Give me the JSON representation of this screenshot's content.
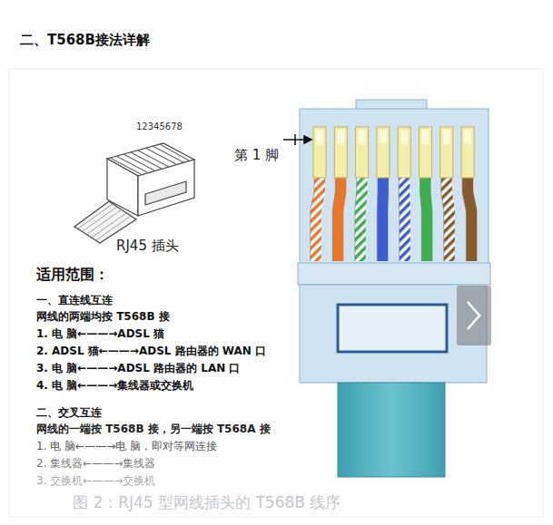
{
  "diagram": {
    "title": "二、T568B接法详解",
    "caption": "图 2：RJ45 型网线插头的 T568B 线序",
    "labels": [
      "12345678",
      "RJ45 插头",
      "第 1 脚",
      "适用范围：",
      "一、直连线互连",
      "网线的两端均按 T568B 接",
      "1. 电 脑←——→ADSL 猫",
      "2. ADSL 猫←——→ADSL 路由器的 WAN 口",
      "3. 电 脑←——→ADSL 路由器的 LAN 口",
      "4. 电 脑←——→集线器或交换机",
      "二、交叉互连",
      "网线的一端按 T568B 接，另一端按 T568A 接",
      "1. 电 脑←——→电 脑，即对等网连接",
      "2. 集线器←——→集线器",
      "3. 交换机←——→交换机"
    ]
  }
}
